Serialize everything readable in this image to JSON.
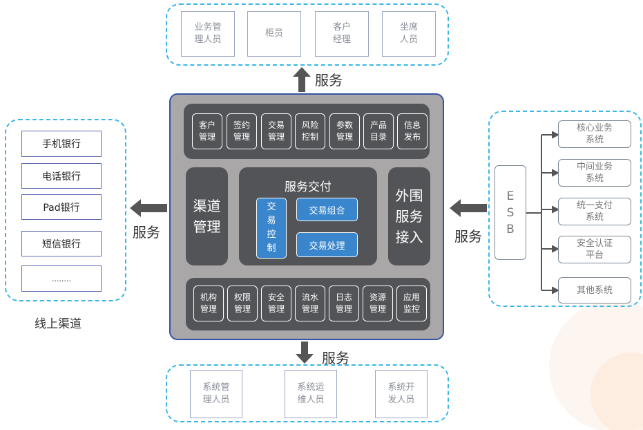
{
  "top_users": [
    "业务管\n理人员",
    "柜员",
    "客户\n经理",
    "坐席\n人员"
  ],
  "top_service": "服务",
  "core": {
    "top_modules": [
      "客户\n管理",
      "签约\n管理",
      "交易\n管理",
      "风险\n控制",
      "参数\n管理",
      "产品\n目录",
      "信息\n发布"
    ],
    "channel_mgmt": "渠道\n管理",
    "service_delivery": {
      "title": "服务交付",
      "trade_control": "交\n易\n控\n制",
      "trade_combo": "交易组合",
      "trade_process": "交易处理"
    },
    "peripheral_access": "外围\n服务\n接入",
    "bottom_modules": [
      "机构\n管理",
      "权限\n管理",
      "安全\n管理",
      "流水\n管理",
      "日志\n管理",
      "资源\n管理",
      "应用\n监控"
    ]
  },
  "left_channels": [
    "手机银行",
    "电话银行",
    "Pad银行",
    "短信银行",
    "........"
  ],
  "left_service": "服务",
  "left_caption": "线上渠道",
  "esb": "E\nS\nB",
  "right_systems": [
    "核心业务\n系统",
    "中间业务\n系统",
    "统一支付\n系统",
    "安全认证\n平台",
    "其他系统"
  ],
  "right_service": "服务",
  "bottom_users": [
    "系统管\n理人员",
    "系统运\n维人员",
    "系统开\n发人员"
  ],
  "bottom_service": "服务",
  "colors": {
    "dashed_border": "#3bb6e6",
    "core_border": "#3553a8",
    "core_fill": "#a9a7a7",
    "dark_panel": "#525457",
    "blue_module": "#3a86cc",
    "arrow": "#555555"
  }
}
